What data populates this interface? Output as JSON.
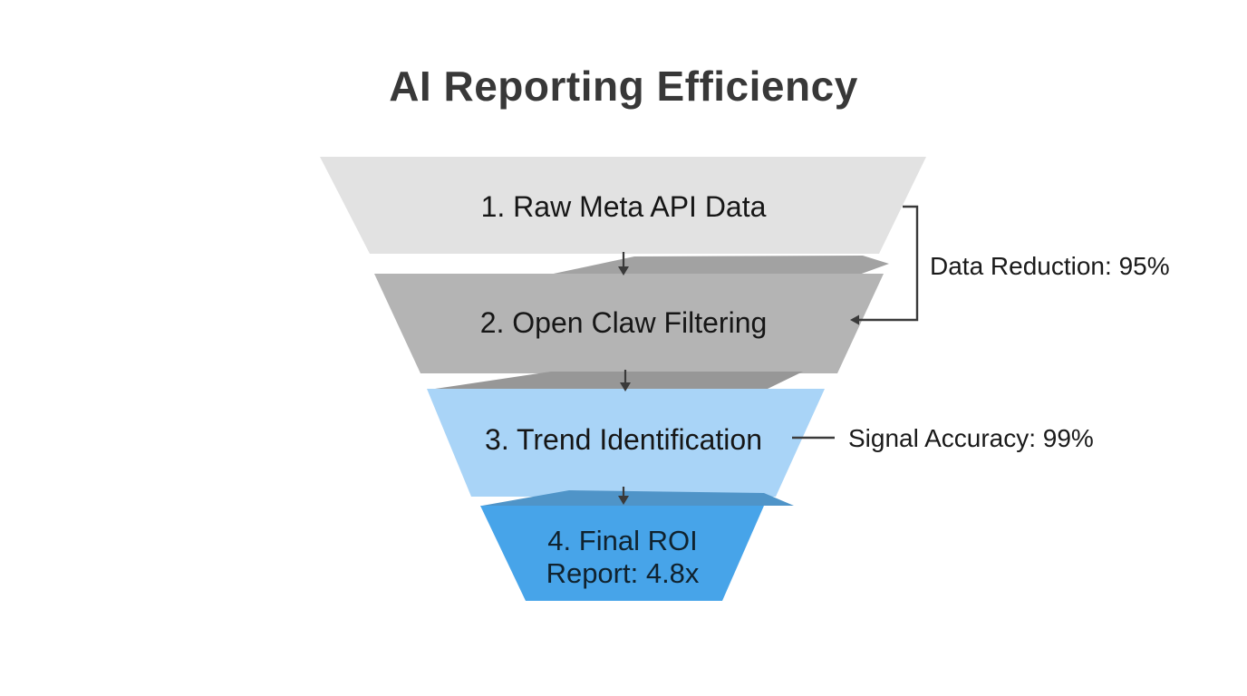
{
  "title": "AI Reporting Efficiency",
  "funnel": {
    "levels": [
      {
        "rank": "1",
        "label": "1. Raw Meta API Data",
        "color": "#e2e2e2"
      },
      {
        "rank": "2",
        "label": "2. Open Claw Filtering",
        "color": "#b4b4b4"
      },
      {
        "rank": "3",
        "label": "3. Trend Identification",
        "color": "#a9d4f7"
      },
      {
        "rank": "4",
        "label": "4. Final ROI",
        "label_line2": "Report: 4.8x",
        "color": "#47a4e9"
      }
    ]
  },
  "annotations": {
    "data_reduction": {
      "label": "Data Reduction: 95%"
    },
    "signal_accuracy": {
      "label": "Signal Accuracy: 99%"
    }
  },
  "colors": {
    "background": "#ffffff",
    "title_text": "#383838",
    "stage_text": "#161616",
    "band_1_2": "#a2a2a2",
    "band_2_3": "#979797",
    "band_3_4": "#4f94c8",
    "line": "#3a3a3a"
  }
}
